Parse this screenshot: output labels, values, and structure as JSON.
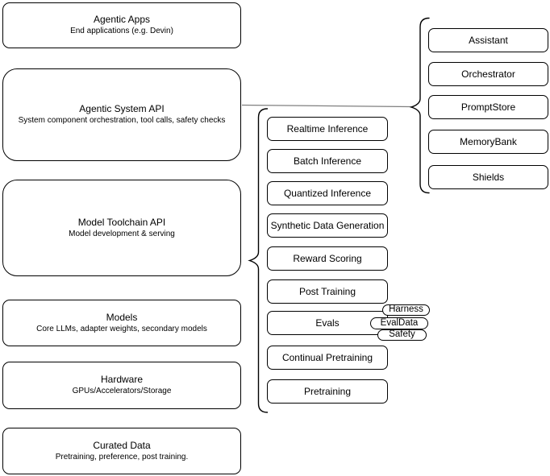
{
  "diagram": {
    "stack": [
      {
        "title": "Agentic Apps",
        "subtitle": "End applications (e.g. Devin)"
      },
      {
        "title": "Agentic System API",
        "subtitle": "System component orchestration, tool calls, safety checks"
      },
      {
        "title": "Model Toolchain API",
        "subtitle": "Model development & serving"
      },
      {
        "title": "Models",
        "subtitle": "Core LLMs, adapter weights, secondary models"
      },
      {
        "title": "Hardware",
        "subtitle": "GPUs/Accelerators/Storage"
      },
      {
        "title": "Curated Data",
        "subtitle": "Pretraining, preference, post training."
      }
    ],
    "toolchain_api_items": [
      {
        "label": "Realtime Inference"
      },
      {
        "label": "Batch Inference"
      },
      {
        "label": "Quantized Inference"
      },
      {
        "label": "Synthetic Data Generation"
      },
      {
        "label": "Reward Scoring"
      },
      {
        "label": "Post Training"
      },
      {
        "label": "Evals"
      },
      {
        "label": "Continual Pretraining"
      },
      {
        "label": "Pretraining"
      }
    ],
    "evals_tags": [
      {
        "label": "Harness"
      },
      {
        "label": "EvalData"
      },
      {
        "label": "Safety"
      }
    ],
    "system_api_components": [
      {
        "label": "Assistant"
      },
      {
        "label": "Orchestrator"
      },
      {
        "label": "PromptStore"
      },
      {
        "label": "MemoryBank"
      },
      {
        "label": "Shields"
      }
    ],
    "colors": {
      "stroke": "#000000",
      "connector": "#7f7f7f",
      "background": "#ffffff",
      "text": "#000000"
    }
  }
}
